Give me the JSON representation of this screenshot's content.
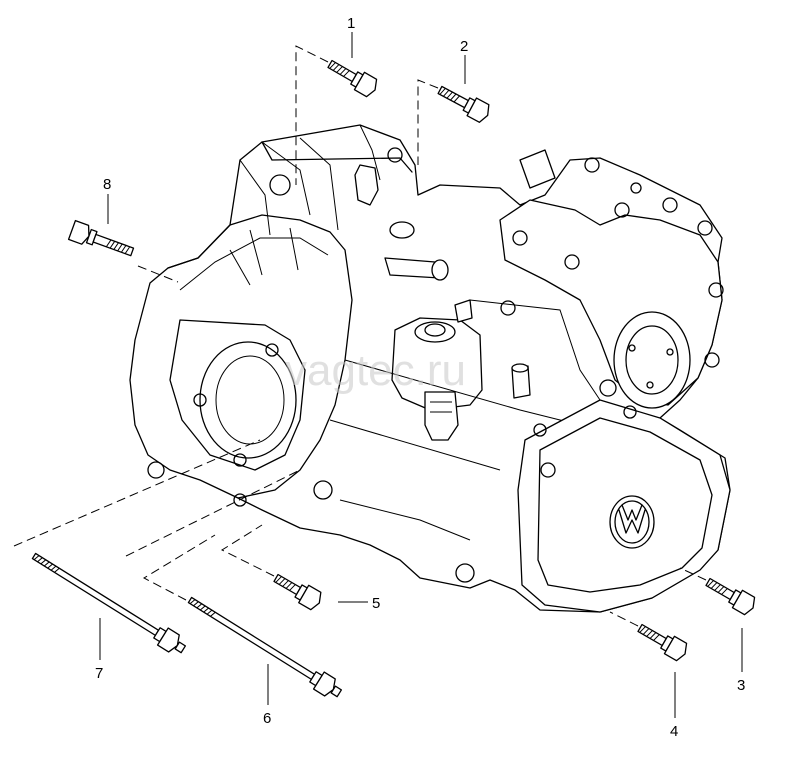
{
  "watermark": "vagtec.ru",
  "callouts": [
    "1",
    "2",
    "3",
    "4",
    "5",
    "6",
    "7",
    "8"
  ]
}
